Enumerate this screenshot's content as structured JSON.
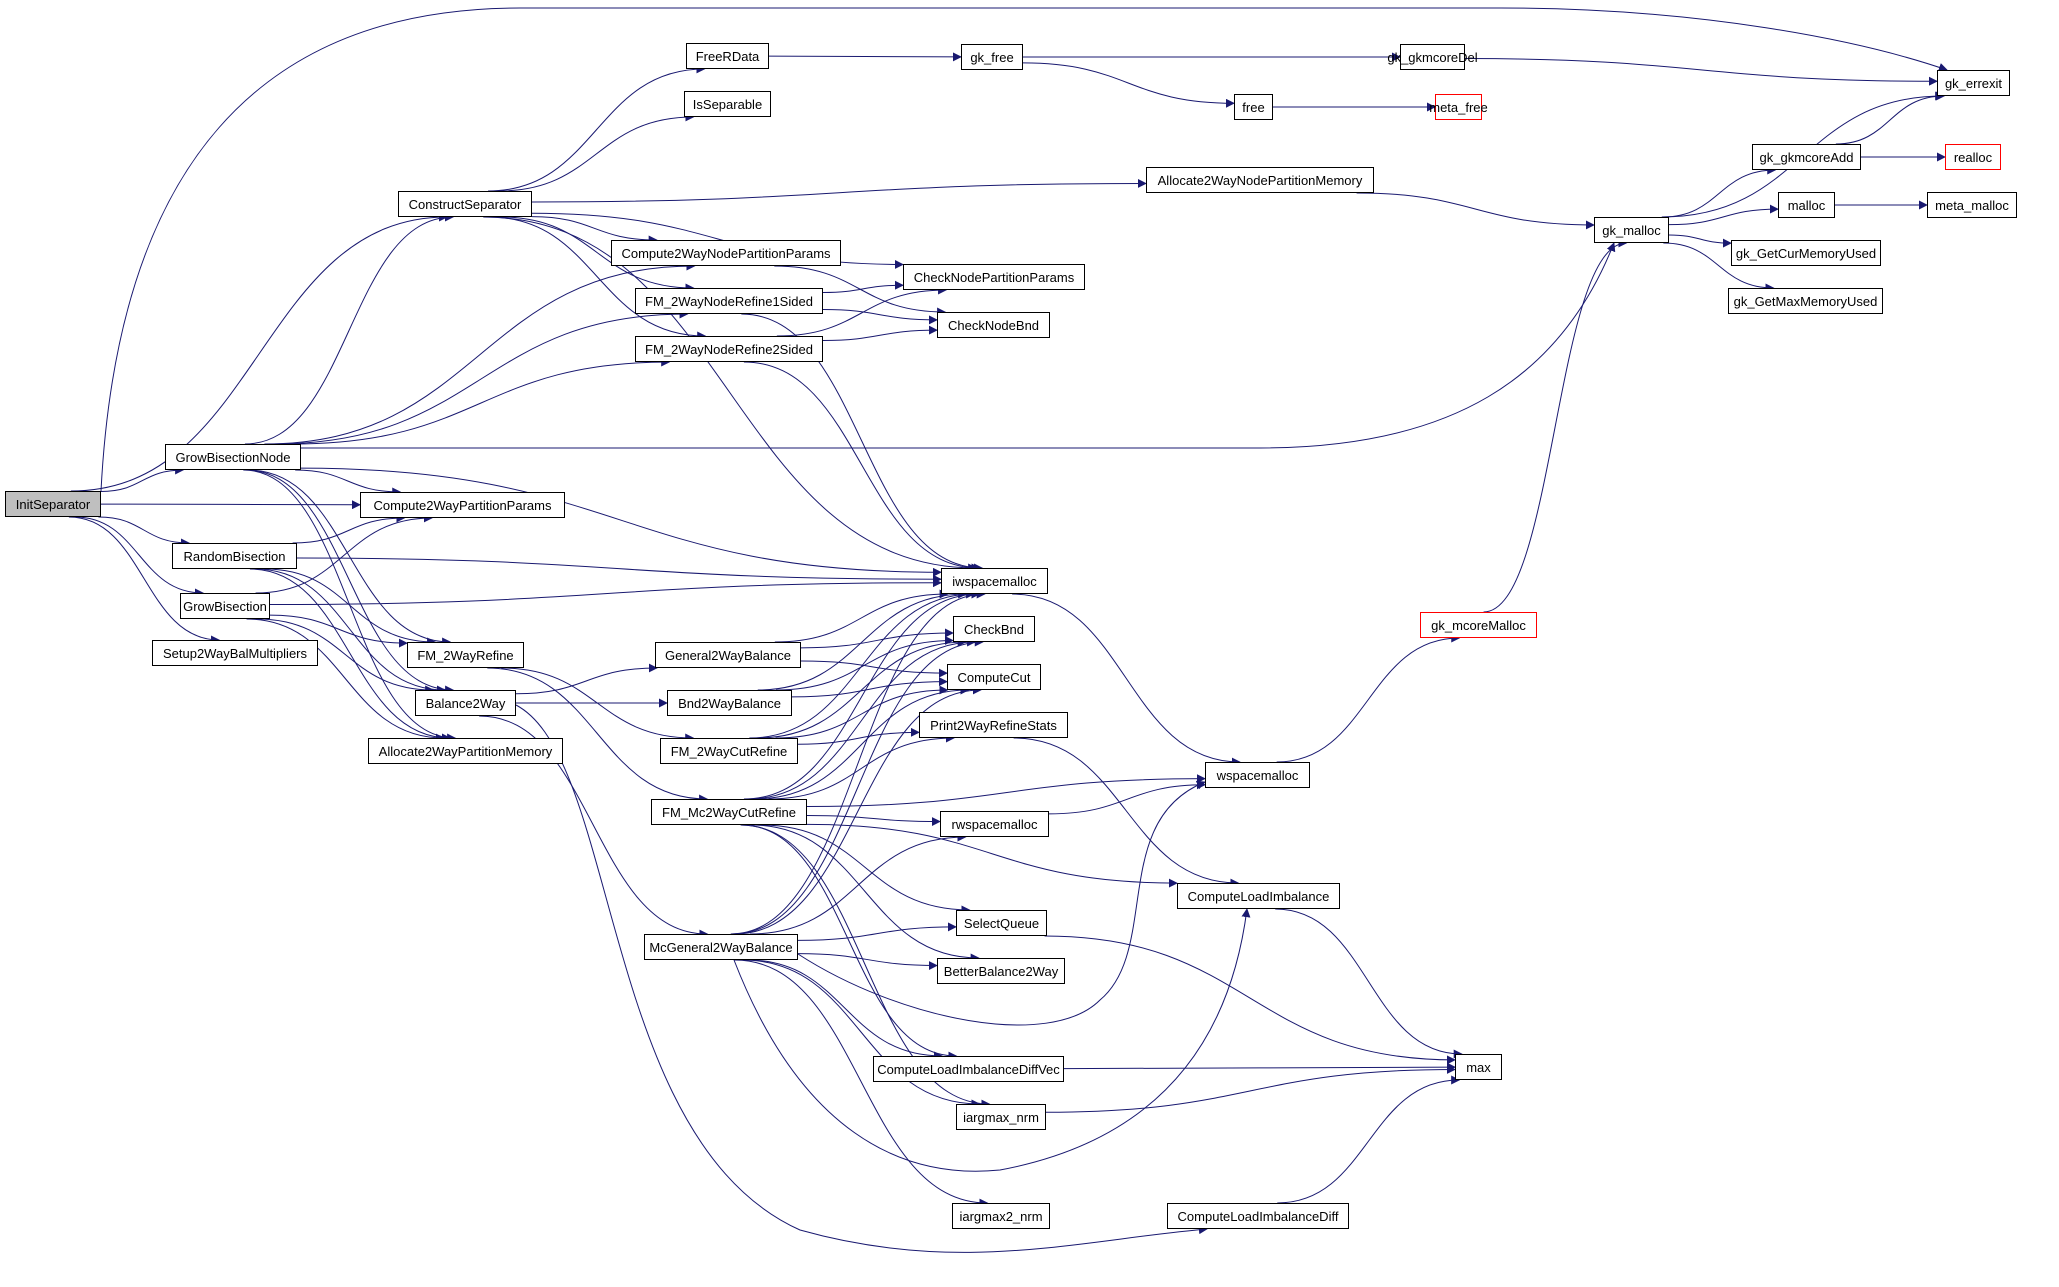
{
  "graph": {
    "title": "InitSeparator call graph",
    "edge_color": "#191970",
    "root_fill": "#bfbfbf",
    "external_border": "#ff0000",
    "nodes": [
      {
        "id": "InitSeparator",
        "label": "InitSeparator",
        "kind": "root"
      },
      {
        "id": "ConstructSeparator",
        "label": "ConstructSeparator"
      },
      {
        "id": "GrowBisectionNode",
        "label": "GrowBisectionNode"
      },
      {
        "id": "RandomBisection",
        "label": "RandomBisection"
      },
      {
        "id": "GrowBisection",
        "label": "GrowBisection"
      },
      {
        "id": "Setup2WayBalMultipliers",
        "label": "Setup2WayBalMultipliers"
      },
      {
        "id": "Compute2WayPartitionParams",
        "label": "Compute2WayPartitionParams"
      },
      {
        "id": "FM_2WayRefine",
        "label": "FM_2WayRefine"
      },
      {
        "id": "Balance2Way",
        "label": "Balance2Way"
      },
      {
        "id": "Allocate2WayPartitionMemory",
        "label": "Allocate2WayPartitionMemory"
      },
      {
        "id": "FreeRData",
        "label": "FreeRData"
      },
      {
        "id": "IsSeparable",
        "label": "IsSeparable"
      },
      {
        "id": "Compute2WayNodePartitionParams",
        "label": "Compute2WayNodePartitionParams"
      },
      {
        "id": "FM_2WayNodeRefine1Sided",
        "label": "FM_2WayNodeRefine1Sided"
      },
      {
        "id": "FM_2WayNodeRefine2Sided",
        "label": "FM_2WayNodeRefine2Sided"
      },
      {
        "id": "General2WayBalance",
        "label": "General2WayBalance"
      },
      {
        "id": "Bnd2WayBalance",
        "label": "Bnd2WayBalance"
      },
      {
        "id": "FM_2WayCutRefine",
        "label": "FM_2WayCutRefine"
      },
      {
        "id": "FM_Mc2WayCutRefine",
        "label": "FM_Mc2WayCutRefine"
      },
      {
        "id": "McGeneral2WayBalance",
        "label": "McGeneral2WayBalance"
      },
      {
        "id": "gk_free",
        "label": "gk_free"
      },
      {
        "id": "CheckNodePartitionParams",
        "label": "CheckNodePartitionParams"
      },
      {
        "id": "CheckNodeBnd",
        "label": "CheckNodeBnd"
      },
      {
        "id": "iwspacemalloc",
        "label": "iwspacemalloc"
      },
      {
        "id": "CheckBnd",
        "label": "CheckBnd"
      },
      {
        "id": "ComputeCut",
        "label": "ComputeCut"
      },
      {
        "id": "Print2WayRefineStats",
        "label": "Print2WayRefineStats"
      },
      {
        "id": "rwspacemalloc",
        "label": "rwspacemalloc"
      },
      {
        "id": "SelectQueue",
        "label": "SelectQueue"
      },
      {
        "id": "BetterBalance2Way",
        "label": "BetterBalance2Way"
      },
      {
        "id": "ComputeLoadImbalanceDiffVec",
        "label": "ComputeLoadImbalanceDiffVec"
      },
      {
        "id": "iargmax_nrm",
        "label": "iargmax_nrm"
      },
      {
        "id": "iargmax2_nrm",
        "label": "iargmax2_nrm"
      },
      {
        "id": "free",
        "label": "free"
      },
      {
        "id": "Allocate2WayNodePartitionMemory",
        "label": "Allocate2WayNodePartitionMemory"
      },
      {
        "id": "wspacemalloc",
        "label": "wspacemalloc"
      },
      {
        "id": "ComputeLoadImbalance",
        "label": "ComputeLoadImbalance"
      },
      {
        "id": "ComputeLoadImbalanceDiff",
        "label": "ComputeLoadImbalanceDiff"
      },
      {
        "id": "meta_free",
        "label": "meta_free",
        "kind": "external"
      },
      {
        "id": "gk_mcoreMalloc",
        "label": "gk_mcoreMalloc",
        "kind": "external"
      },
      {
        "id": "max",
        "label": "max"
      },
      {
        "id": "gk_gkmcoreDel",
        "label": "gk_gkmcoreDel"
      },
      {
        "id": "gk_malloc",
        "label": "gk_malloc"
      },
      {
        "id": "gk_gkmcoreAdd",
        "label": "gk_gkmcoreAdd"
      },
      {
        "id": "malloc",
        "label": "malloc"
      },
      {
        "id": "gk_GetCurMemoryUsed",
        "label": "gk_GetCurMemoryUsed"
      },
      {
        "id": "gk_GetMaxMemoryUsed",
        "label": "gk_GetMaxMemoryUsed"
      },
      {
        "id": "gk_errexit",
        "label": "gk_errexit"
      },
      {
        "id": "realloc",
        "label": "realloc",
        "kind": "external"
      },
      {
        "id": "meta_malloc",
        "label": "meta_malloc"
      }
    ],
    "edges": [
      [
        "InitSeparator",
        "gk_errexit"
      ],
      [
        "InitSeparator",
        "ConstructSeparator"
      ],
      [
        "InitSeparator",
        "GrowBisectionNode"
      ],
      [
        "InitSeparator",
        "Compute2WayPartitionParams"
      ],
      [
        "InitSeparator",
        "RandomBisection"
      ],
      [
        "InitSeparator",
        "GrowBisection"
      ],
      [
        "InitSeparator",
        "Setup2WayBalMultipliers"
      ],
      [
        "ConstructSeparator",
        "FreeRData"
      ],
      [
        "ConstructSeparator",
        "IsSeparable"
      ],
      [
        "ConstructSeparator",
        "Allocate2WayNodePartitionMemory"
      ],
      [
        "ConstructSeparator",
        "CheckNodePartitionParams"
      ],
      [
        "ConstructSeparator",
        "Compute2WayNodePartitionParams"
      ],
      [
        "ConstructSeparator",
        "FM_2WayNodeRefine1Sided"
      ],
      [
        "ConstructSeparator",
        "FM_2WayNodeRefine2Sided"
      ],
      [
        "ConstructSeparator",
        "iwspacemalloc"
      ],
      [
        "GrowBisectionNode",
        "ConstructSeparator"
      ],
      [
        "GrowBisectionNode",
        "Compute2WayNodePartitionParams"
      ],
      [
        "GrowBisectionNode",
        "FM_2WayNodeRefine1Sided"
      ],
      [
        "GrowBisectionNode",
        "FM_2WayNodeRefine2Sided"
      ],
      [
        "GrowBisectionNode",
        "gk_malloc"
      ],
      [
        "GrowBisectionNode",
        "iwspacemalloc"
      ],
      [
        "GrowBisectionNode",
        "Compute2WayPartitionParams"
      ],
      [
        "GrowBisectionNode",
        "FM_2WayRefine"
      ],
      [
        "GrowBisectionNode",
        "Balance2Way"
      ],
      [
        "GrowBisectionNode",
        "Allocate2WayPartitionMemory"
      ],
      [
        "RandomBisection",
        "Compute2WayPartitionParams"
      ],
      [
        "RandomBisection",
        "iwspacemalloc"
      ],
      [
        "RandomBisection",
        "FM_2WayRefine"
      ],
      [
        "RandomBisection",
        "Balance2Way"
      ],
      [
        "RandomBisection",
        "Allocate2WayPartitionMemory"
      ],
      [
        "GrowBisection",
        "Compute2WayPartitionParams"
      ],
      [
        "GrowBisection",
        "iwspacemalloc"
      ],
      [
        "GrowBisection",
        "FM_2WayRefine"
      ],
      [
        "GrowBisection",
        "Balance2Way"
      ],
      [
        "GrowBisection",
        "Allocate2WayPartitionMemory"
      ],
      [
        "FreeRData",
        "gk_free"
      ],
      [
        "gk_free",
        "gk_gkmcoreDel"
      ],
      [
        "gk_free",
        "free"
      ],
      [
        "free",
        "meta_free"
      ],
      [
        "gk_gkmcoreDel",
        "gk_errexit"
      ],
      [
        "Allocate2WayNodePartitionMemory",
        "gk_malloc"
      ],
      [
        "Compute2WayNodePartitionParams",
        "CheckNodeBnd"
      ],
      [
        "FM_2WayNodeRefine1Sided",
        "CheckNodePartitionParams"
      ],
      [
        "FM_2WayNodeRefine1Sided",
        "CheckNodeBnd"
      ],
      [
        "FM_2WayNodeRefine1Sided",
        "iwspacemalloc"
      ],
      [
        "FM_2WayNodeRefine2Sided",
        "CheckNodePartitionParams"
      ],
      [
        "FM_2WayNodeRefine2Sided",
        "CheckNodeBnd"
      ],
      [
        "FM_2WayNodeRefine2Sided",
        "iwspacemalloc"
      ],
      [
        "FM_2WayRefine",
        "FM_2WayCutRefine"
      ],
      [
        "FM_2WayRefine",
        "FM_Mc2WayCutRefine"
      ],
      [
        "Balance2Way",
        "General2WayBalance"
      ],
      [
        "Balance2Way",
        "Bnd2WayBalance"
      ],
      [
        "Balance2Way",
        "McGeneral2WayBalance"
      ],
      [
        "Balance2Way",
        "ComputeLoadImbalanceDiff"
      ],
      [
        "General2WayBalance",
        "iwspacemalloc"
      ],
      [
        "General2WayBalance",
        "CheckBnd"
      ],
      [
        "General2WayBalance",
        "ComputeCut"
      ],
      [
        "Bnd2WayBalance",
        "iwspacemalloc"
      ],
      [
        "Bnd2WayBalance",
        "CheckBnd"
      ],
      [
        "Bnd2WayBalance",
        "ComputeCut"
      ],
      [
        "FM_2WayCutRefine",
        "iwspacemalloc"
      ],
      [
        "FM_2WayCutRefine",
        "CheckBnd"
      ],
      [
        "FM_2WayCutRefine",
        "ComputeCut"
      ],
      [
        "FM_2WayCutRefine",
        "Print2WayRefineStats"
      ],
      [
        "FM_Mc2WayCutRefine",
        "iwspacemalloc"
      ],
      [
        "FM_Mc2WayCutRefine",
        "CheckBnd"
      ],
      [
        "FM_Mc2WayCutRefine",
        "ComputeCut"
      ],
      [
        "FM_Mc2WayCutRefine",
        "Print2WayRefineStats"
      ],
      [
        "FM_Mc2WayCutRefine",
        "wspacemalloc"
      ],
      [
        "FM_Mc2WayCutRefine",
        "rwspacemalloc"
      ],
      [
        "FM_Mc2WayCutRefine",
        "ComputeLoadImbalance"
      ],
      [
        "FM_Mc2WayCutRefine",
        "SelectQueue"
      ],
      [
        "FM_Mc2WayCutRefine",
        "BetterBalance2Way"
      ],
      [
        "FM_Mc2WayCutRefine",
        "ComputeLoadImbalanceDiffVec"
      ],
      [
        "FM_Mc2WayCutRefine",
        "iargmax_nrm"
      ],
      [
        "McGeneral2WayBalance",
        "iwspacemalloc"
      ],
      [
        "McGeneral2WayBalance",
        "CheckBnd"
      ],
      [
        "McGeneral2WayBalance",
        "ComputeCut"
      ],
      [
        "McGeneral2WayBalance",
        "rwspacemalloc"
      ],
      [
        "McGeneral2WayBalance",
        "SelectQueue"
      ],
      [
        "McGeneral2WayBalance",
        "BetterBalance2Way"
      ],
      [
        "McGeneral2WayBalance",
        "wspacemalloc"
      ],
      [
        "McGeneral2WayBalance",
        "ComputeLoadImbalanceDiffVec"
      ],
      [
        "McGeneral2WayBalance",
        "iargmax_nrm"
      ],
      [
        "McGeneral2WayBalance",
        "ComputeLoadImbalance"
      ],
      [
        "McGeneral2WayBalance",
        "iargmax2_nrm"
      ],
      [
        "iwspacemalloc",
        "wspacemalloc"
      ],
      [
        "rwspacemalloc",
        "wspacemalloc"
      ],
      [
        "wspacemalloc",
        "gk_mcoreMalloc"
      ],
      [
        "gk_mcoreMalloc",
        "gk_malloc"
      ],
      [
        "Print2WayRefineStats",
        "ComputeLoadImbalance"
      ],
      [
        "ComputeLoadImbalance",
        "max"
      ],
      [
        "SelectQueue",
        "max"
      ],
      [
        "ComputeLoadImbalanceDiffVec",
        "max"
      ],
      [
        "iargmax_nrm",
        "max"
      ],
      [
        "ComputeLoadImbalanceDiff",
        "max"
      ],
      [
        "gk_malloc",
        "gk_errexit"
      ],
      [
        "gk_malloc",
        "gk_gkmcoreAdd"
      ],
      [
        "gk_malloc",
        "malloc"
      ],
      [
        "gk_malloc",
        "gk_GetCurMemoryUsed"
      ],
      [
        "gk_malloc",
        "gk_GetMaxMemoryUsed"
      ],
      [
        "gk_gkmcoreAdd",
        "gk_errexit"
      ],
      [
        "gk_gkmcoreAdd",
        "realloc"
      ],
      [
        "malloc",
        "meta_malloc"
      ]
    ]
  }
}
